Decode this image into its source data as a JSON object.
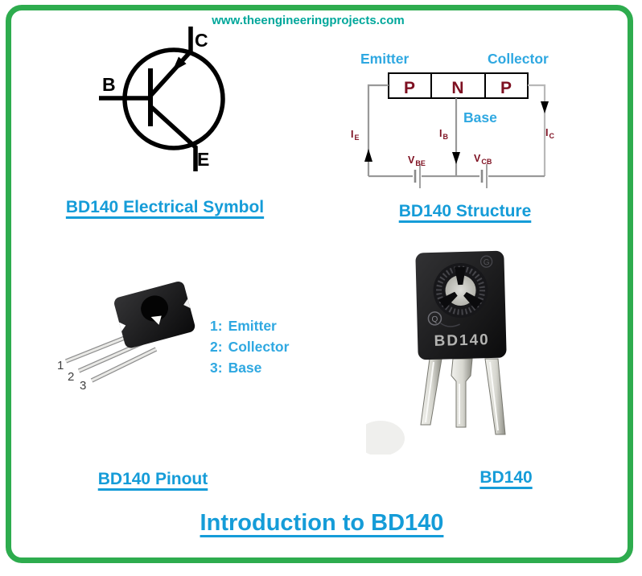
{
  "page": {
    "url_text": "www.theengineeringprojects.com",
    "title": "Introduction to BD140"
  },
  "colors": {
    "border_green": "#2eac4e",
    "heading_blue": "#159cd8",
    "label_blue": "#2fa8e1",
    "dark_red": "#7e1021",
    "url_teal": "#00a79b",
    "wire_gray": "#999999"
  },
  "symbol": {
    "caption": "BD140 Electrical Symbol",
    "base": "B",
    "collector": "C",
    "emitter": "E"
  },
  "structure": {
    "caption": "BD140 Structure",
    "emitter": "Emitter",
    "collector": "Collector",
    "base": "Base",
    "regions": [
      "P",
      "N",
      "P"
    ],
    "currents": [
      {
        "sym": "I",
        "sub": "E"
      },
      {
        "sym": "I",
        "sub": "B"
      },
      {
        "sym": "I",
        "sub": "C"
      }
    ],
    "voltages": [
      {
        "sym": "V",
        "sub": "BE"
      },
      {
        "sym": "V",
        "sub": "CB"
      }
    ]
  },
  "pinout": {
    "caption": "BD140 Pinout",
    "pins": [
      {
        "num": "1",
        "num_label": "1:",
        "name": "Emitter"
      },
      {
        "num": "2",
        "num_label": "2:",
        "name": "Collector"
      },
      {
        "num": "3",
        "num_label": "3:",
        "name": "Base"
      }
    ]
  },
  "device_photo": {
    "caption": "BD140",
    "marking": "BD140",
    "mark_g": "G",
    "mark_q": "Q"
  }
}
